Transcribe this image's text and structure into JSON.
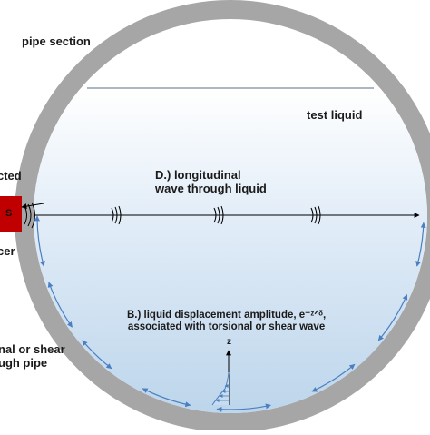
{
  "labels": {
    "pipe_section": "pipe section",
    "test_liquid": "test liquid",
    "longitudinal_line1": "D.) longitudinal",
    "longitudinal_line2": "wave through liquid",
    "boundary_line1": "B.) liquid displacement amplitude, e⁻ᶻᐟᵟ,",
    "boundary_line2": "associated with torsional or shear wave",
    "z_axis": "z",
    "cut_top": "cted",
    "cut_bottom": "cer",
    "torsional_line1": "nal or shear",
    "torsional_line2": "ugh pipe",
    "transducer_letter": "S"
  },
  "colors": {
    "pipe_wall": "#a6a6a6",
    "liquid_top": "#ffffff",
    "liquid_bottom": "#bcd6ec",
    "transducer": "#c00000",
    "arrow_blue": "#4a7fc1",
    "line": "#000000"
  },
  "icons": [
    "transducer-block",
    "wave-arc-icon",
    "double-headed-arrow-icon"
  ]
}
